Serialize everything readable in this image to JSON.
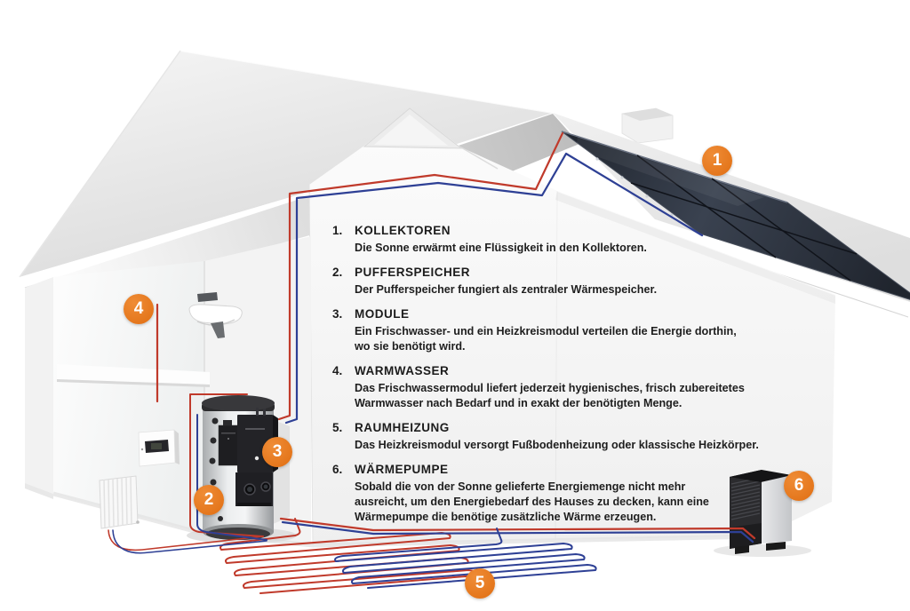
{
  "meta": {
    "title": "Solar-Heizsystem Hausquerschnitt",
    "language": "de"
  },
  "colors": {
    "badge_orange": "#E6771F",
    "pipe_hot_red": "#C03A2B",
    "pipe_cold_blue": "#2E4095",
    "collector_dark": "#272C36",
    "house_gray": "#ECECEC"
  },
  "badges": [
    {
      "label": "1",
      "target": "kollektoren"
    },
    {
      "label": "2",
      "target": "pufferspeicher"
    },
    {
      "label": "3",
      "target": "module"
    },
    {
      "label": "4",
      "target": "warmwasser"
    },
    {
      "label": "5",
      "target": "raumheizung"
    },
    {
      "label": "6",
      "target": "waermepumpe"
    }
  ],
  "legend": {
    "items": [
      {
        "number": "1.",
        "title": "KOLLEKTOREN",
        "description": "Die Sonne erwärmt eine Flüssigkeit in den Kollektoren."
      },
      {
        "number": "2.",
        "title": "PUFFERSPEICHER",
        "description": "Der Pufferspeicher fungiert als zentraler Wärmespeicher."
      },
      {
        "number": "3.",
        "title": "MODULE",
        "description": "Ein Frischwasser- und ein Heizkreismodul verteilen die Energie dorthin,\nwo sie benötigt wird."
      },
      {
        "number": "4.",
        "title": "WARMWASSER",
        "description": "Das Frischwassermodul liefert jederzeit hygienisches, frisch zubereitetes\nWarmwasser nach Bedarf und in exakt der benötigten Menge."
      },
      {
        "number": "5.",
        "title": "RAUMHEIZUNG",
        "description": "Das Heizkreismodul versorgt Fußbodenheizung oder klassische Heizkörper."
      },
      {
        "number": "6.",
        "title": "WÄRMEPUMPE",
        "description": "Sobald die von der Sonne gelieferte Energiemenge nicht mehr\nausreicht, um den Energiebedarf des Hauses zu decken, kann eine\nWärmepumpe die benötige zusätzliche Wärme erzeugen."
      }
    ]
  }
}
